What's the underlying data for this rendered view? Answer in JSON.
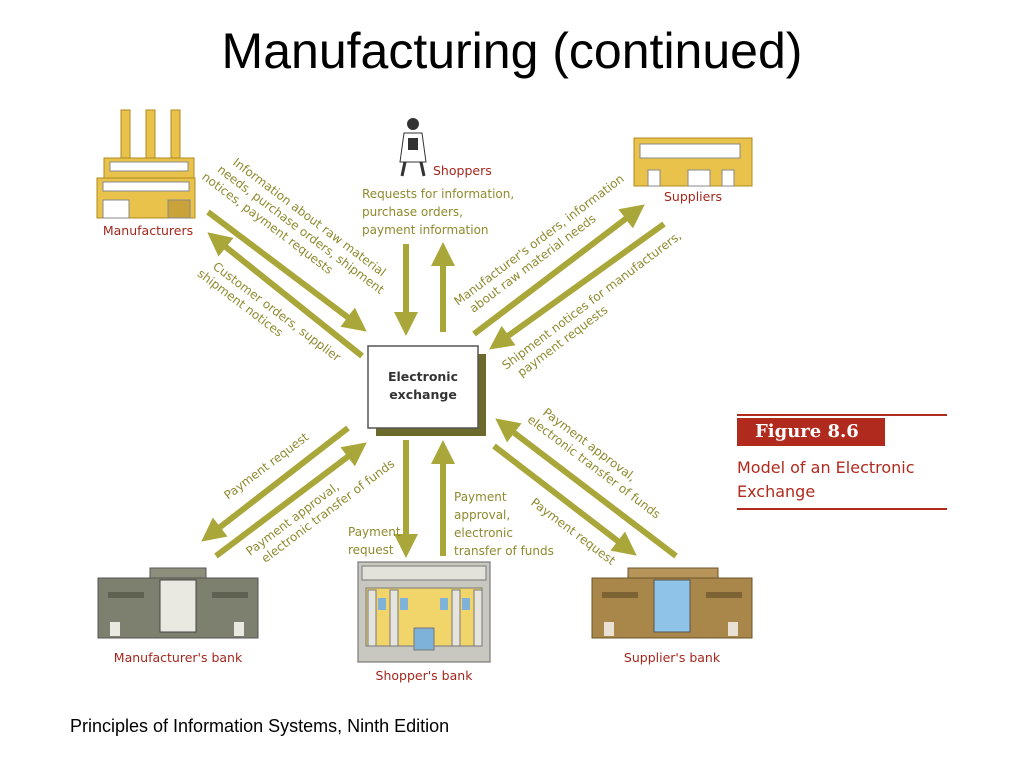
{
  "slide": {
    "title": "Manufacturing (continued)",
    "footer": "Principles of Information Systems, Ninth Edition"
  },
  "figure": {
    "number": "Figure 8.6",
    "caption_line1": "Model of an Electronic",
    "caption_line2": "Exchange"
  },
  "colors": {
    "arrow": "#a9a63a",
    "label_text": "#8e8a2e",
    "node_label": "#a3271d",
    "figure_accent": "#b02a1d"
  },
  "nodes": {
    "exchange_line1": "Electronic",
    "exchange_line2": "exchange",
    "manufacturers": "Manufacturers",
    "shoppers": "Shoppers",
    "suppliers": "Suppliers",
    "manufacturers_bank": "Manufacturer's  bank",
    "shoppers_bank": "Shopper's  bank",
    "suppliers_bank": "Supplier's bank"
  },
  "flows": {
    "mfr_in_1": "Information about raw material",
    "mfr_in_2": "needs, purchase orders, shipment",
    "mfr_in_3": "notices, payment requests",
    "mfr_out_1": "Customer orders, supplier",
    "mfr_out_2": "shipment notices",
    "shopper_1": "Requests for information,",
    "shopper_2": "purchase orders,",
    "shopper_3": "payment information",
    "sup_out_1": "Manufacturer's orders, information",
    "sup_out_2": "about raw material needs",
    "sup_in_1": "Shipment notices for manufacturers,",
    "sup_in_2": "payment requests",
    "mbank_1": "Payment request",
    "mbank_2": "Payment approval,",
    "mbank_3": "electronic transfer of funds",
    "sbank_req_1": "Payment",
    "sbank_req_2": "request",
    "sbank_app_1": "Payment",
    "sbank_app_2": "approval,",
    "sbank_app_3": "electronic",
    "sbank_app_4": "transfer of funds",
    "supbank_1": "Payment approval,",
    "supbank_2": "electronic transfer of funds",
    "supbank_3": "Payment request"
  }
}
